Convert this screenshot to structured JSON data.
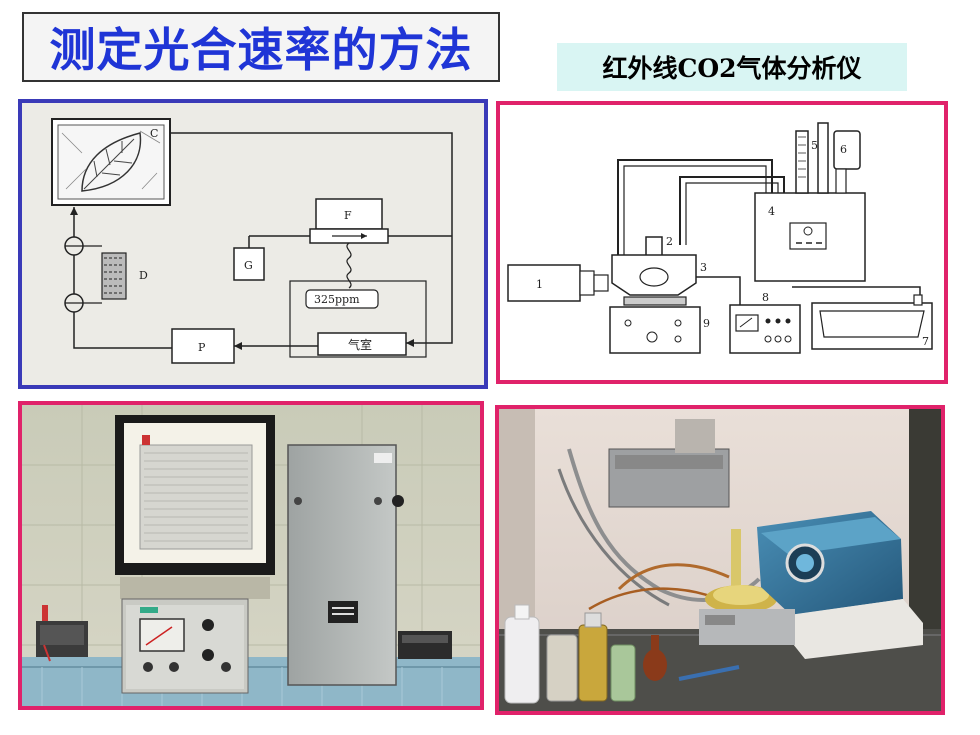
{
  "slide": {
    "title": "测定光合速率的方法",
    "subtitle": "红外线CO2气体分析仪"
  },
  "diagram1": {
    "labels": {
      "c": "C",
      "d": "D",
      "f": "F",
      "g": "G",
      "p": "P",
      "conc": "325ppm",
      "chamber": "气室"
    }
  },
  "diagram2": {
    "labels": {
      "n1": "1",
      "n2": "2",
      "n3": "3",
      "n4": "4",
      "n5": "5",
      "n6": "6",
      "n7": "7",
      "n8": "8",
      "n9": "9"
    }
  },
  "colors": {
    "title_blue": "#1f35d6",
    "border_blue": "#3a3ab8",
    "border_pink": "#e0226a",
    "subtitle_bg": "#d9f5f3"
  }
}
